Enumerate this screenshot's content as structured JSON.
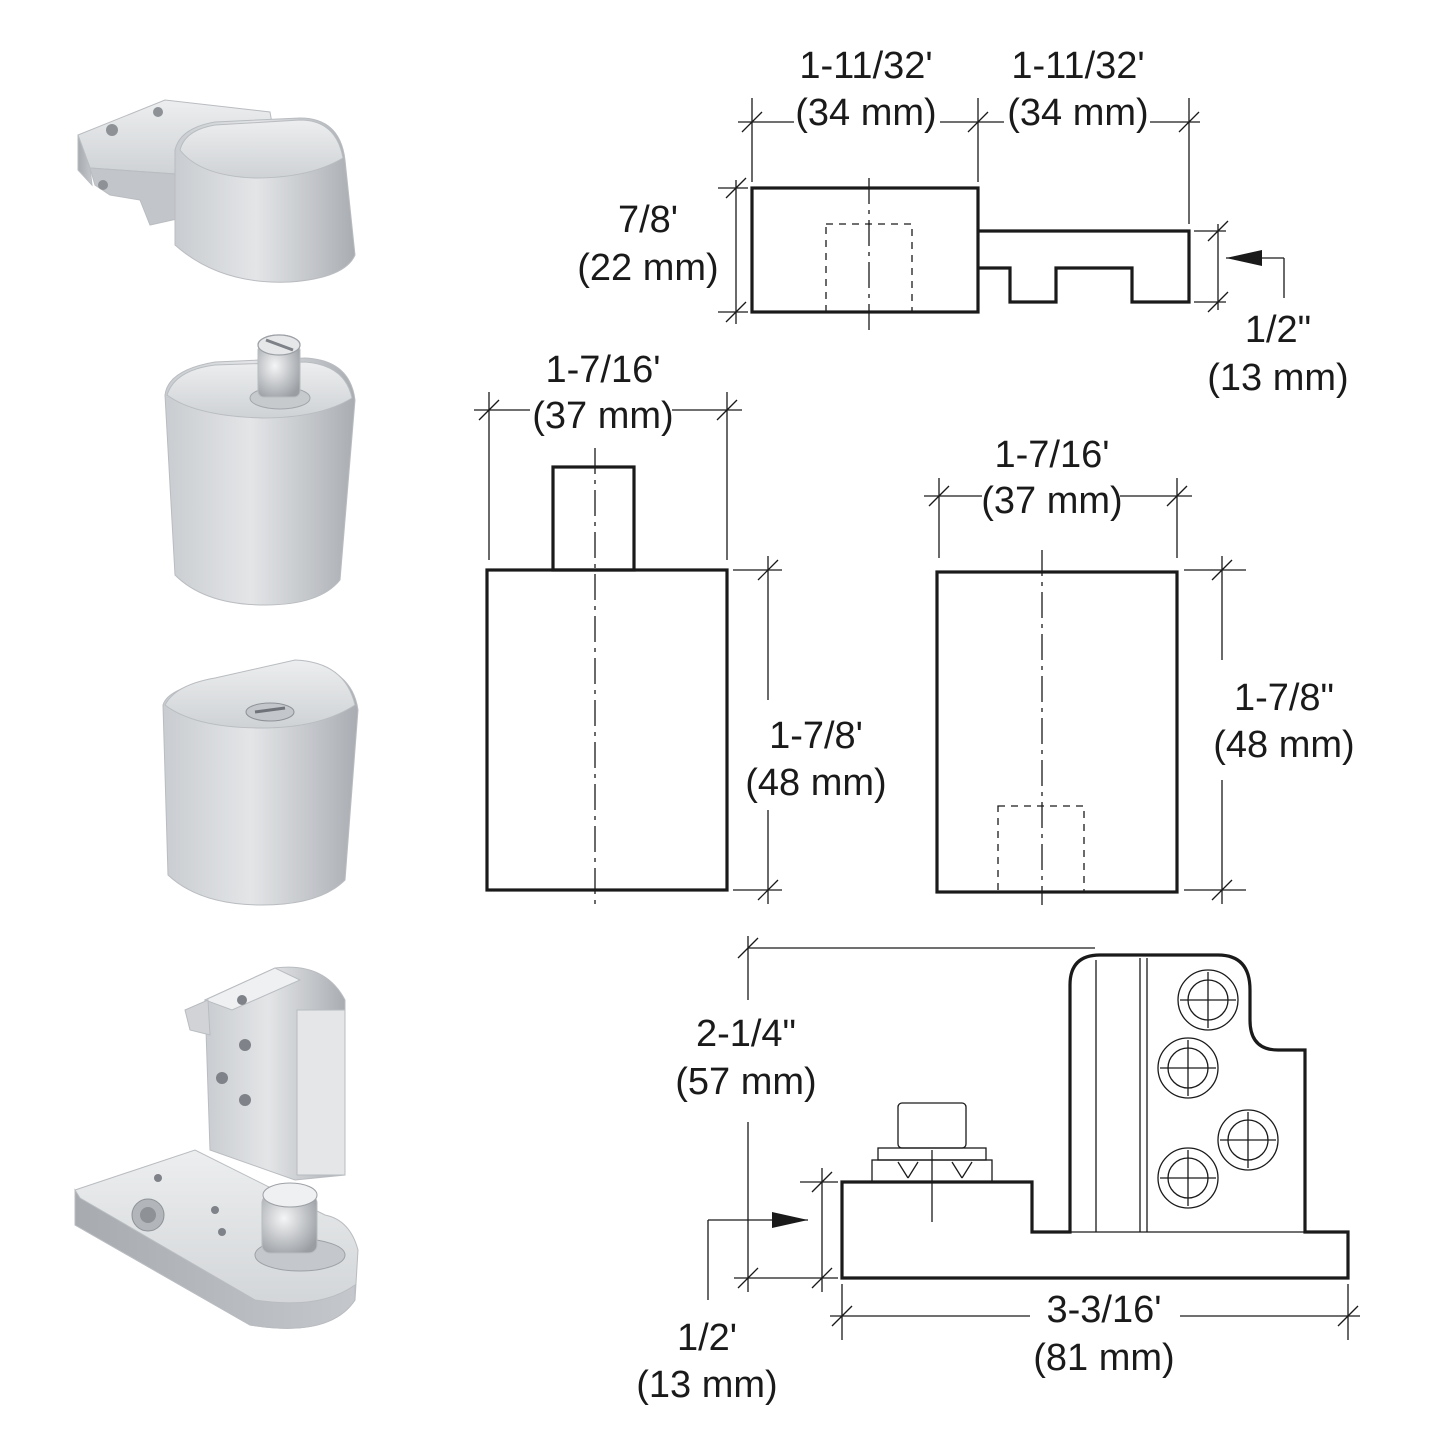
{
  "colors": {
    "line": "#1a1a1a",
    "metal_light": "#d7d9dc",
    "metal_mid": "#bfc2c6",
    "metal_dark": "#9da1a6"
  },
  "photos": [
    "top-pivot-arm",
    "top-pivot-pin-block",
    "bottom-pivot-block",
    "bottom-pivot-bracket"
  ],
  "views": {
    "top_view": {
      "width_a": {
        "imperial": "1-11/32'",
        "metric": "(34 mm)"
      },
      "width_b": {
        "imperial": "1-11/32'",
        "metric": "(34 mm)"
      },
      "height": {
        "imperial": "7/8'",
        "metric": "(22 mm)"
      },
      "slot": {
        "imperial": "1/2\"",
        "metric": "(13 mm)"
      }
    },
    "pin_block": {
      "width": {
        "imperial": "1-7/16'",
        "metric": "(37 mm)"
      },
      "height": {
        "imperial": "1-7/8'",
        "metric": "(48 mm)"
      }
    },
    "socket_block": {
      "width": {
        "imperial": "1-7/16'",
        "metric": "(37 mm)"
      },
      "height": {
        "imperial": "1-7/8\"",
        "metric": "(48 mm)"
      }
    },
    "bracket": {
      "height": {
        "imperial": "2-1/4\"",
        "metric": "(57 mm)"
      },
      "base": {
        "imperial": "1/2'",
        "metric": "(13 mm)"
      },
      "length": {
        "imperial": "3-3/16'",
        "metric": "(81 mm)"
      }
    }
  }
}
